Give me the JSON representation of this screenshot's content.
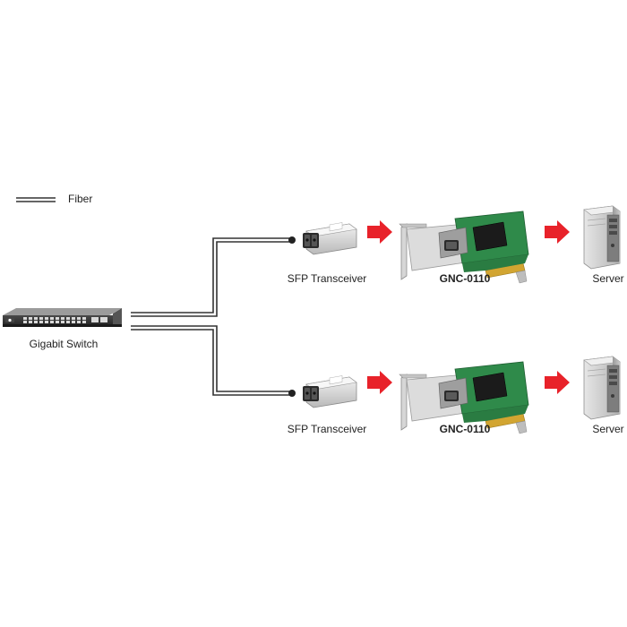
{
  "legend": {
    "label": "Fiber"
  },
  "labels": {
    "switch": "Gigabit Switch",
    "transceiver_top": "SFP Transceiver",
    "card_top": "GNC-0110",
    "server_top": "Server",
    "transceiver_bottom": "SFP Transceiver",
    "card_bottom": "GNC-0110",
    "server_bottom": "Server"
  },
  "colors": {
    "fiber_line": "#333333",
    "arrow": "#e8222a",
    "pcb": "#2f8a4a",
    "bracket": "#c8c8c8",
    "server_body": "#bfbfbf"
  },
  "icons": [
    "switch-icon",
    "sfp-transceiver-icon",
    "network-card-icon",
    "server-icon",
    "arrow-right-icon"
  ]
}
